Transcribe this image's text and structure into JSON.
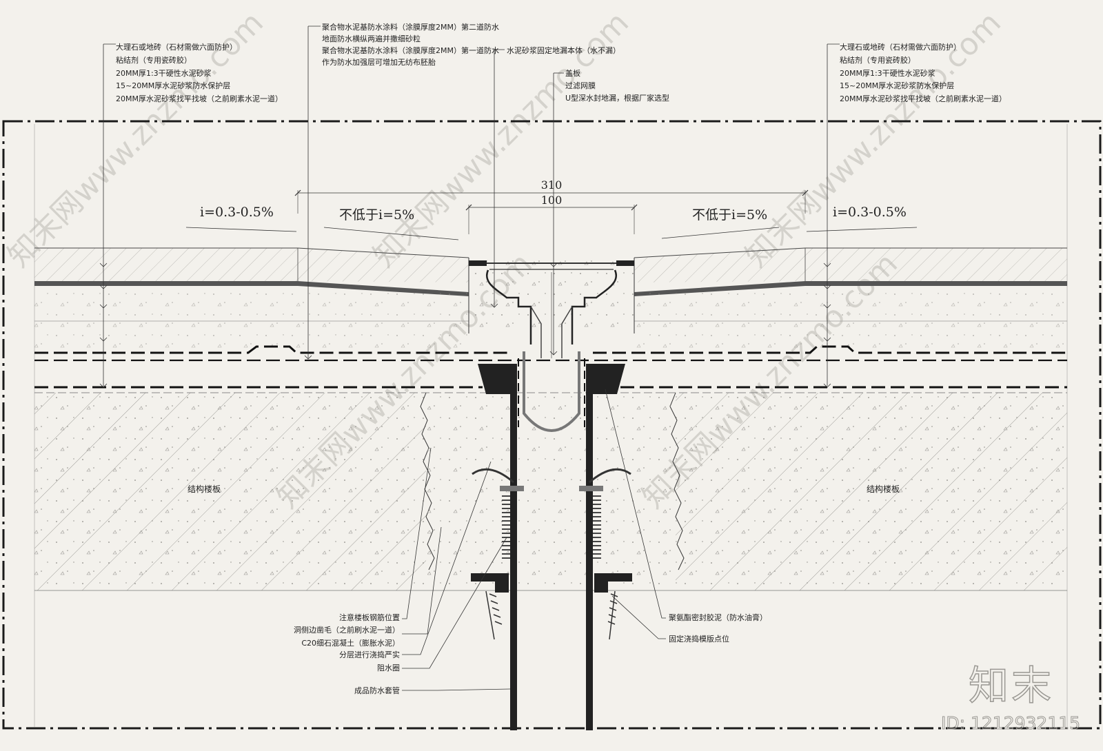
{
  "labels_top_left": [
    "大理石或地砖（石材需做六面防护）",
    "粘结剂（专用瓷砖胶）",
    "20MM厚1:3干硬性水泥砂浆",
    "15~20MM厚水泥砂浆防水保护层",
    "20MM厚水泥砂浆找平找坡（之前刷素水泥一道）"
  ],
  "labels_top_right": [
    "大理石或地砖（石材需做六面防护）",
    "粘结剂（专用瓷砖胶）",
    "20MM厚1:3干硬性水泥砂浆",
    "15~20MM厚水泥砂浆防水保护层",
    "20MM厚水泥砂浆找平找坡（之前刷素水泥一道）"
  ],
  "labels_waterproof": [
    "聚合物水泥基防水涂料（涂膜厚度2MM）第二道防水",
    "地面防水横纵两遍并撒细砂粒",
    "聚合物水泥基防水涂料（涂膜厚度2MM）第一道防水",
    "作为防水加强层可增加无纺布胚胎"
  ],
  "label_fix_drain": "水泥砂浆固定地漏本体（水不漏）",
  "labels_drain": [
    "盖板",
    "过滤网膜",
    "U型深水封地漏，根据厂家选型"
  ],
  "dim_310": "310",
  "dim_100": "100",
  "slope_left_outer": "i=0.3-0.5%",
  "slope_left_inner": "不低于i=5%",
  "slope_right_inner": "不低于i=5%",
  "slope_right_outer": "i=0.3-0.5%",
  "slab_left": "结构楼板",
  "slab_right": "结构楼板",
  "labels_bottom_left": [
    "注意楼板钢筋位置",
    "洞侧边凿毛（之前刷水泥一道）",
    "C20细石混凝土（膨胀水泥）",
    "分层进行浇捣严实",
    "阻水圈",
    "成品防水套管"
  ],
  "labels_bottom_right": [
    "聚氨酯密封胶泥（防水油膏）",
    "固定浇捣模版点位"
  ],
  "watermark": "知末网www.znzmo.com",
  "brand": "知末",
  "brand_id": "ID: 1212932115"
}
